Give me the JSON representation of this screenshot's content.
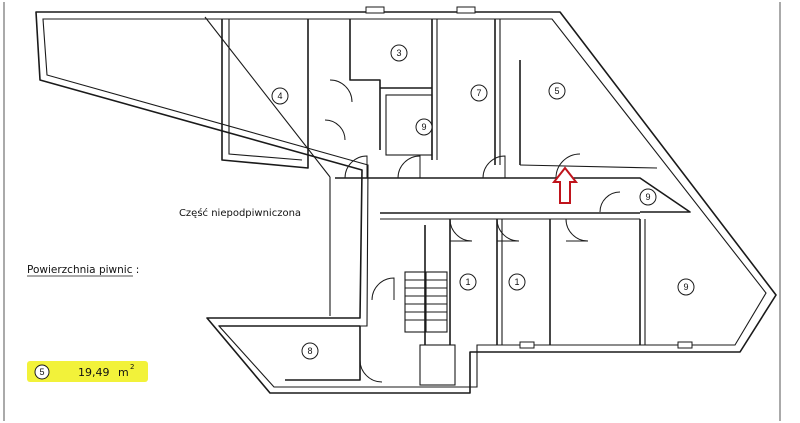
{
  "plan": {
    "area_label": "Część niepodpiwniczona",
    "legend_title": "Powierzchnia piwnic :",
    "legend": {
      "room_number": "5",
      "area_value": "19,49",
      "area_unit": "m",
      "area_unit_exponent": "2",
      "highlight_color": "#f2f23a"
    },
    "rooms": [
      {
        "number": "4"
      },
      {
        "number": "3"
      },
      {
        "number": "9"
      },
      {
        "number": "7"
      },
      {
        "number": "5"
      },
      {
        "number": "9"
      },
      {
        "number": "1"
      },
      {
        "number": "1"
      },
      {
        "number": "9"
      },
      {
        "number": "8"
      }
    ],
    "arrow_color": "#c0141c",
    "line_color": "#1a1a1a"
  }
}
